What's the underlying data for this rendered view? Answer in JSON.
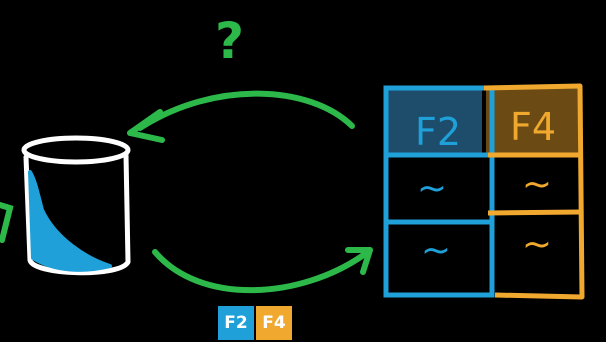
{
  "question_mark": "?",
  "table": {
    "headers": [
      "F2",
      "F4"
    ],
    "rows": [
      [
        "~",
        "~"
      ],
      [
        "~",
        "~"
      ]
    ]
  },
  "tags": [
    "F2",
    "F4"
  ],
  "colors": {
    "background": "#000000",
    "arrow": "#2db84a",
    "blue": "#1fa0d8",
    "orange": "#f0a92e",
    "header_blue_fill": "#1d4d6b",
    "header_orange_fill": "#6b4a14",
    "cylinder_outline": "#ffffff",
    "cylinder_fill": "#1fa0d8"
  },
  "icons": {
    "database": "database-cylinder-icon",
    "arrow_forward": "arrow-right-curved",
    "arrow_backward": "arrow-left-curved"
  }
}
